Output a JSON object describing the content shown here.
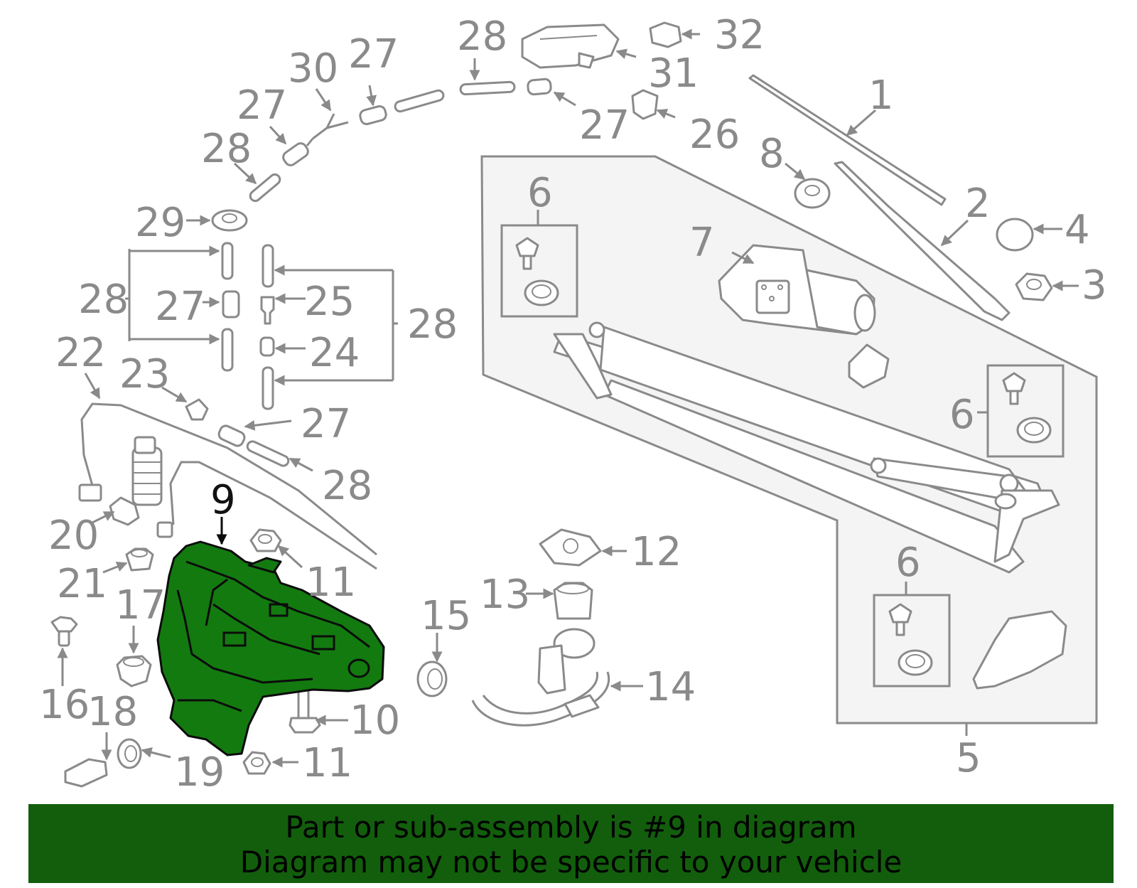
{
  "colors": {
    "highlight": "#137a10",
    "banner_bg": "#125e0c",
    "line_gray": "#8a8a8a",
    "panel_fill": "#f4f4f4"
  },
  "highlighted_part": "9",
  "callouts": {
    "c1": "1",
    "c2": "2",
    "c3": "3",
    "c4": "4",
    "c5": "5",
    "c6a": "6",
    "c6b": "6",
    "c6c": "6",
    "c7": "7",
    "c8": "8",
    "c9": "9",
    "c10": "10",
    "c11a": "11",
    "c11b": "11",
    "c12": "12",
    "c13": "13",
    "c14": "14",
    "c15": "15",
    "c16": "16",
    "c17": "17",
    "c18": "18",
    "c19": "19",
    "c20": "20",
    "c21": "21",
    "c22": "22",
    "c23": "23",
    "c24": "24",
    "c25": "25",
    "c26": "26",
    "c27a": "27",
    "c27b": "27",
    "c27c": "27",
    "c27d": "27",
    "c27e": "27",
    "c28a": "28",
    "c28b": "28",
    "c28c": "28",
    "c28d": "28",
    "c28e": "28",
    "c29": "29",
    "c30": "30",
    "c31": "31",
    "c32": "32"
  },
  "banner": {
    "line1": "Part or sub-assembly is #9 in diagram",
    "line2": "Diagram may not be specific to your vehicle"
  }
}
